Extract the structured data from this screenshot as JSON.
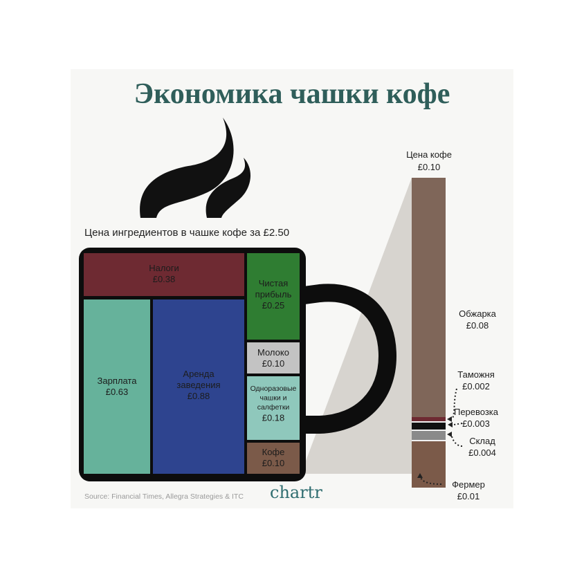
{
  "title": "Экономика чашки кофе",
  "subtitle": "Цена ингредиентов в чашке кофе за £2.50",
  "source": "Source: Financial Times, Allegra Strategies & ITC",
  "brand": "chartr",
  "colors": {
    "taxes": "#6e2a32",
    "wages": "#66b29b",
    "rent": "#2e448f",
    "profit": "#2f7d32",
    "milk": "#c3c3c3",
    "cups": "#8fc8bc",
    "coffee": "#7b5a49",
    "mug_border": "#0d0d0d",
    "steam": "#111111",
    "funnel": "#d7d4cf",
    "roast": "#7f6659",
    "customs": "#6e2a32",
    "transport": "#111111",
    "storage": "#8a8a8a",
    "farmer": "#7b5a49"
  },
  "chart_data": [
    {
      "type": "treemap",
      "title": "Цена ингредиентов в чашке кофе за £2.50",
      "total": 2.5,
      "currency": "£",
      "items": [
        {
          "label": "Налоги",
          "value_text": "£0.38",
          "value": 0.38
        },
        {
          "label": "Зарплата",
          "value_text": "£0.63",
          "value": 0.63
        },
        {
          "label": "Аренда заведения",
          "value_text": "£0.88",
          "value": 0.88
        },
        {
          "label": "Чистая прибыль",
          "value_text": "£0.25",
          "value": 0.25
        },
        {
          "label": "Молоко",
          "value_text": "£0.10",
          "value": 0.1
        },
        {
          "label": "Одноразовые чашки и салфетки",
          "value_text": "£0.18",
          "value": 0.18
        },
        {
          "label": "Кофе",
          "value_text": "£0.10",
          "value": 0.1
        }
      ]
    },
    {
      "type": "stacked_bar",
      "title": "Цена кофе",
      "total_text": "£0.10",
      "total": 0.1,
      "segments": [
        {
          "label": "Обжарка",
          "value_text": "£0.08",
          "value": 0.08
        },
        {
          "label": "Таможня",
          "value_text": "£0.002",
          "value": 0.002
        },
        {
          "label": "Перевозка",
          "value_text": "£0.003",
          "value": 0.003
        },
        {
          "label": "Склад",
          "value_text": "£0.004",
          "value": 0.004
        },
        {
          "label": "Фермер",
          "value_text": "£0.01",
          "value": 0.01
        }
      ]
    }
  ]
}
